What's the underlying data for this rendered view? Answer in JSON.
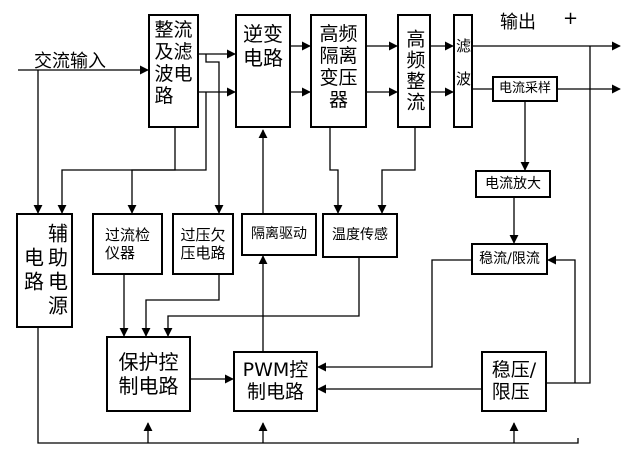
{
  "labels": {
    "ac_input": "交流输入",
    "output": "输出",
    "plus": "+"
  },
  "blocks": {
    "rectifier_filter": [
      "整流",
      "及滤",
      "波电",
      "路"
    ],
    "inverter": [
      "逆变",
      "电路"
    ],
    "hf_transformer": [
      "高频",
      "隔离",
      "变压",
      "器"
    ],
    "hf_rectifier": "高频整流",
    "filter": "滤波",
    "current_sampling": "电流采样",
    "current_amplifier": "电流放大",
    "aux_power": "辅助电源电路",
    "overcurrent_detector": [
      "过流检",
      "仪器"
    ],
    "over_under_voltage": [
      "过压欠",
      "压电路"
    ],
    "isolation_driver": "隔离驱动",
    "temperature_sensor": "温度传感",
    "current_regulator": "稳流/限流",
    "protection_control": [
      "保护控",
      "制电路"
    ],
    "pwm_control": [
      "PWM控",
      "制电路"
    ],
    "voltage_regulator": [
      "稳压/",
      "限压"
    ]
  }
}
